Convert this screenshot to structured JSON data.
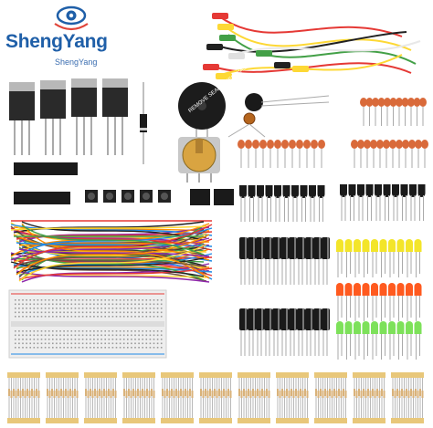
{
  "brand": {
    "name": "ShengYang",
    "subtitle": "ShengYang",
    "logo": "eye-logo",
    "colors": {
      "primary": "#1f5fa8",
      "accent": "#e0453a"
    }
  },
  "labels": {
    "buzzer": "REMOVE SEAL AFTER WASHING"
  },
  "palette": {
    "led_red": "#ff5a1f",
    "led_yellow": "#f3e52a",
    "led_green": "#7de15a",
    "capacitor_ceramic": "#d96a3a",
    "capacitor_electrolytic": "#1a1a1a",
    "resistor": "#e8c77a",
    "breadboard": "#efefef",
    "jumper_wires": [
      "#e53935",
      "#fb8c00",
      "#fdd835",
      "#43a047",
      "#1e88e5",
      "#8e24aa",
      "#6d4c41",
      "#212121"
    ]
  }
}
